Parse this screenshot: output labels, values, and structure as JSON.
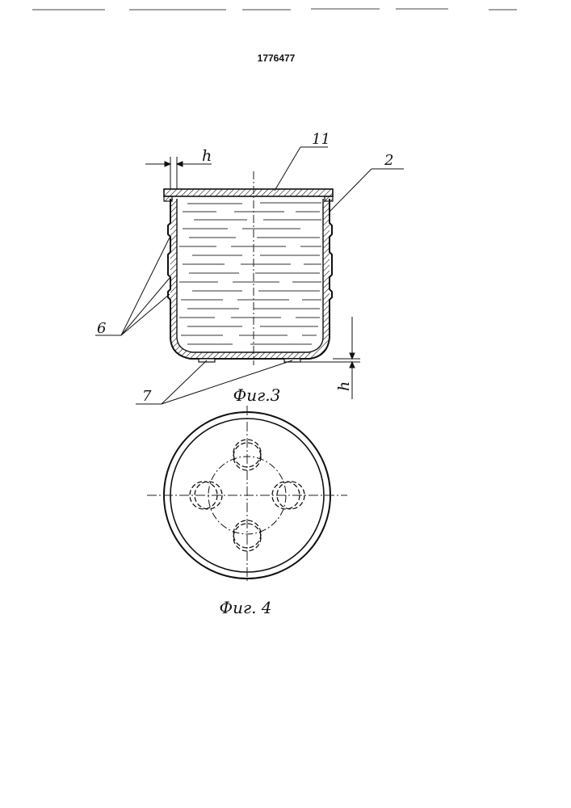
{
  "document": {
    "patent_number": "1776477"
  },
  "figure3": {
    "caption": "Фиг.3",
    "labels": {
      "lid": "11",
      "cup": "2",
      "grooves": "6",
      "feet": "7",
      "h_top": "h",
      "h_bottom": "h"
    }
  },
  "figure4": {
    "caption": "Фиг. 4"
  }
}
